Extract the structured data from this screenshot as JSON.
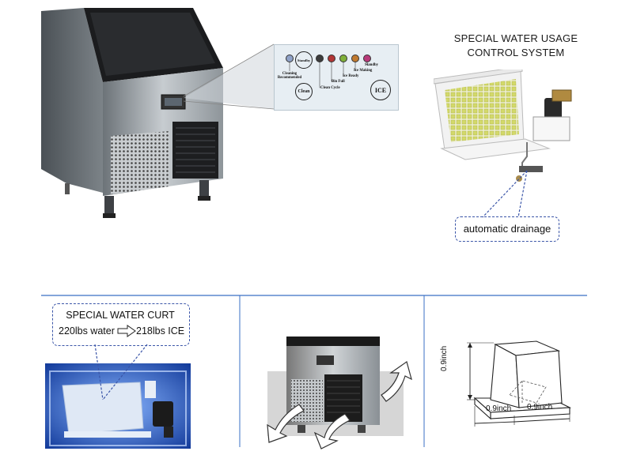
{
  "control_panel": {
    "indicators": [
      "Cleaning Recommended",
      "Clean Cycle",
      "Bin Full",
      "Ice Ready",
      "Ice Making",
      "Standby"
    ],
    "buttons": {
      "standby": "Standby",
      "clean": "Clean",
      "ice": "ICE"
    }
  },
  "water_system": {
    "title_line1": "SPECIAL WATER USAGE",
    "title_line2": "CONTROL SYSTEM",
    "drainage_label": "automatic drainage"
  },
  "water_curtain": {
    "title": "SPECIAL WATER CURT",
    "water_amount": "220lbs water",
    "ice_amount": "218lbs ICE"
  },
  "ice_cube": {
    "height_label": "0.9inch",
    "width_label": "0.9inch",
    "depth_label": "0.9inch"
  },
  "colors": {
    "accent_blue": "#3a6fc4",
    "dashed_border": "#3a55a8",
    "machine_top": "#1a1a1a",
    "machine_body": "#9aa2a8"
  }
}
